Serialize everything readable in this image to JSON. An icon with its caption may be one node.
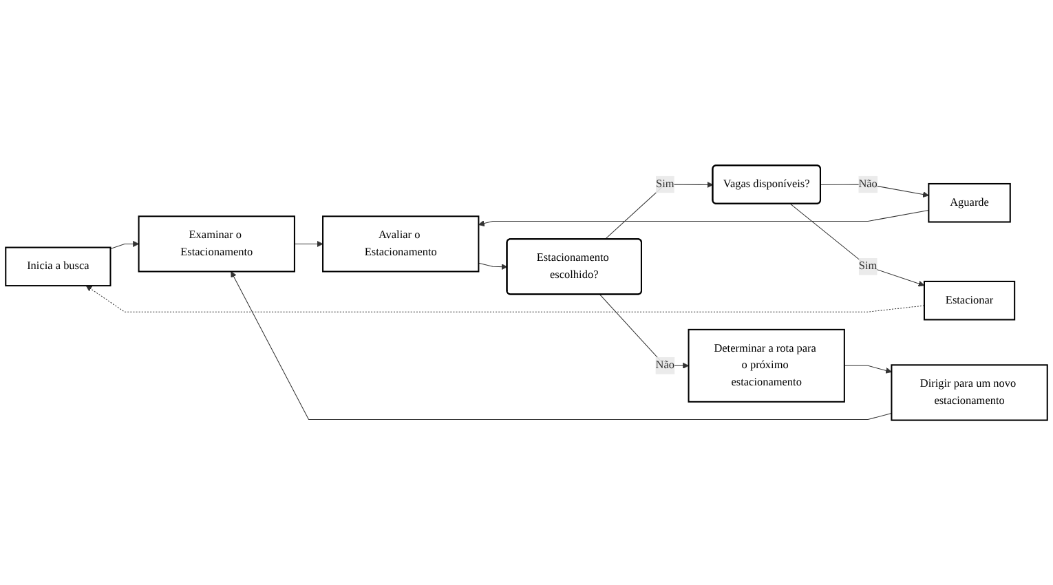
{
  "diagram": {
    "nodes": [
      {
        "text": [
          "Inicia a busca"
        ]
      },
      {
        "text": [
          "Examinar o Estacionamento"
        ]
      },
      {
        "text": [
          "Avaliar o Estacionamento"
        ]
      },
      {
        "text": [
          "Aguarde"
        ]
      },
      {
        "text": [
          "Estacionamento escolhido?"
        ]
      },
      {
        "text": [
          "Vagas disponíveis?"
        ]
      },
      {
        "text": [
          "Dirigir para um novo estacionamento"
        ]
      },
      {
        "text": [
          "Determinar a rota para o próximo estacionamento"
        ]
      },
      {
        "text": [
          "Estacionar"
        ]
      }
    ],
    "edges": [
      {
        "from": 0,
        "to": 1,
        "arrow": "to"
      },
      {
        "from": 1,
        "to": 2,
        "arrow": "to"
      },
      {
        "from": 3,
        "to": 2,
        "arrow": "to"
      },
      {
        "from": 2,
        "to": 4,
        "arrow": "to"
      },
      {
        "from": 4,
        "to": 5,
        "arrow": "to",
        "label": "Sim"
      },
      {
        "from": 5,
        "to": 3,
        "arrow": "to",
        "label": "Não"
      },
      {
        "from": 4,
        "to": 7,
        "arrow": "to",
        "label": "Não"
      },
      {
        "from": 5,
        "to": 8,
        "arrow": "to",
        "label": "Sim"
      },
      {
        "from": 7,
        "to": 6,
        "arrow": "to"
      },
      {
        "from": 6,
        "to": 1,
        "arrow": "to"
      },
      {
        "from": 8,
        "to": 0,
        "arrow": "to",
        "style": "dashed"
      }
    ]
  }
}
